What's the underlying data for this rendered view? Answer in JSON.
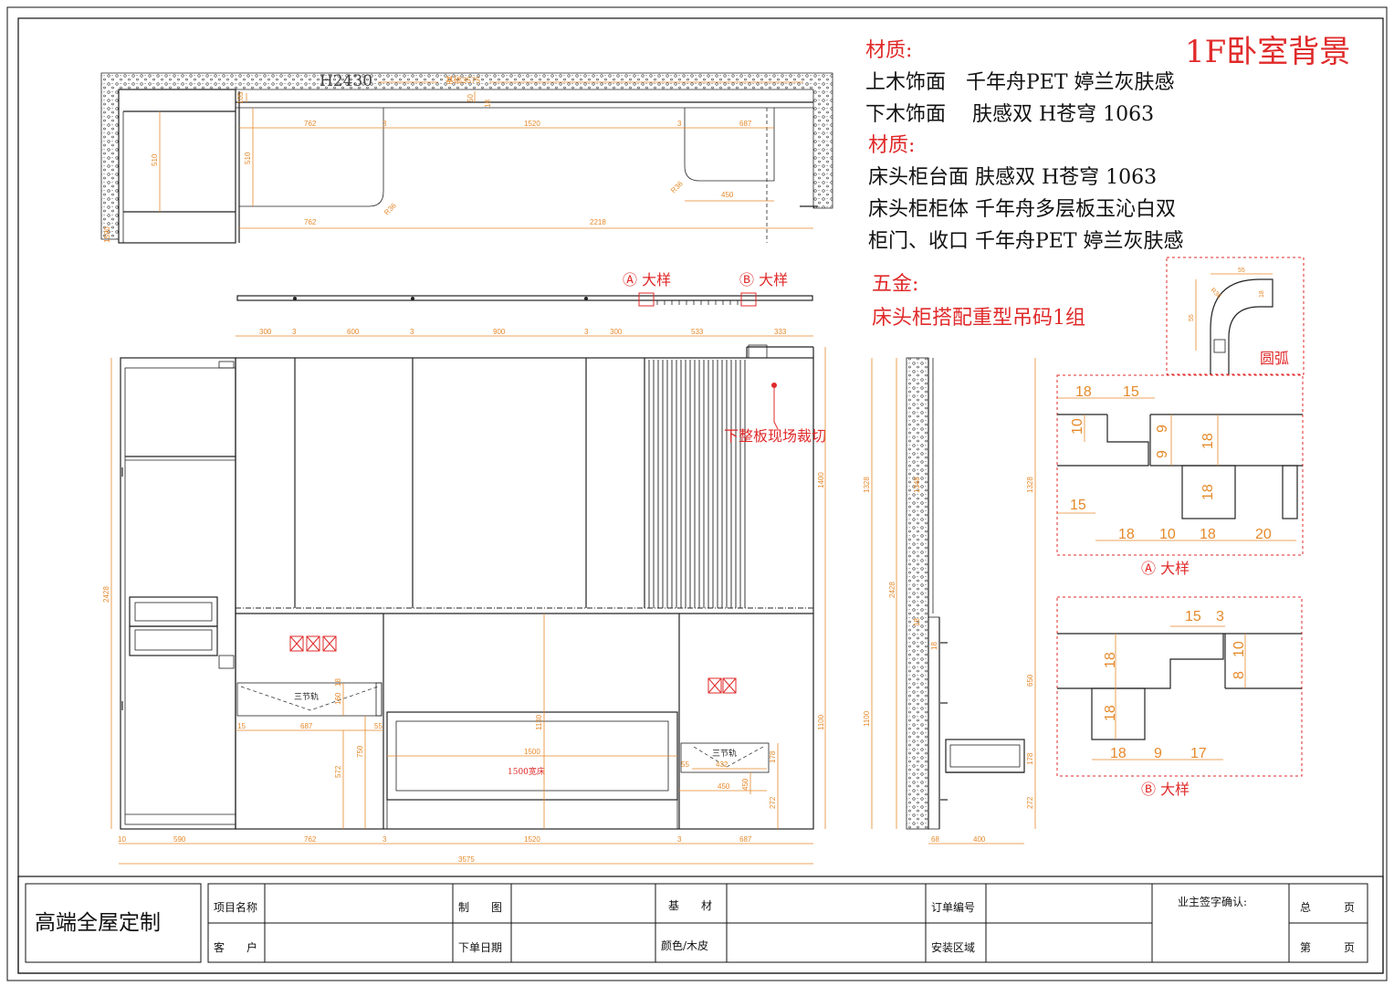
{
  "title_block": {
    "company": "高端全屋定制",
    "project_name_label": "项目名称",
    "customer_label": "客　　户",
    "drafter_label": "制　　图",
    "order_date_label": "下单日期",
    "base_material_label": "基　　材",
    "color_veneer_label": "颜色/木皮",
    "order_no_label": "订单编号",
    "install_area_label": "安装区域",
    "owner_sign_label": "业主签字确认:",
    "total_pages_label": "总　　　页",
    "page_label": "第　　　页"
  },
  "sheet_title": "1F卧室背景",
  "materials": {
    "heading1": "材质:",
    "upper_wood": "上木饰面　千年舟PET 婷兰灰肤感",
    "lower_wood": "下木饰面　 肤感双 H苍穹 1063",
    "heading2": "材质:",
    "nightstand_top": "床头柜台面 肤感双 H苍穹 1063",
    "nightstand_body": "床头柜柜体 千年舟多层板玉沁白双",
    "door_trim": "柜门、收口 千年舟PET 婷兰灰肤感"
  },
  "hardware": {
    "heading": "五金:",
    "item": "床头柜搭配重型吊码1组"
  },
  "plan": {
    "height_label": "H2430",
    "base_label": "基础3575",
    "dims": {
      "d105": "105",
      "d50": "50",
      "d18": "18",
      "d762a": "762",
      "d3a": "3",
      "d1520": "1520",
      "d3b": "3",
      "d687": "687",
      "d510a": "510",
      "d510b": "510",
      "r36a": "R36",
      "r36b": "R36",
      "d450": "450",
      "d762b": "762",
      "d2218": "2218",
      "d1590": "1590"
    }
  },
  "callouts": {
    "detail_a": "Ⓐ 大样",
    "detail_b": "Ⓑ 大样",
    "cut_note": "下整板现场裁切",
    "three_rail_a": "三节轨",
    "three_rail_b": "三节轨",
    "bed": "1500宽床",
    "arc": "圆弧"
  },
  "elevation": {
    "top_dims": [
      "300",
      "3",
      "600",
      "3",
      "900",
      "3",
      "300",
      "533",
      "333"
    ],
    "bottom_dims": [
      "10",
      "590",
      "762",
      "3",
      "1520",
      "3",
      "687"
    ],
    "overall": "3575",
    "left_height": "2428",
    "right_1400": "1400",
    "right_1100": "1100",
    "d1130": "1130",
    "d1500": "1500",
    "d687": "687",
    "d15a": "15",
    "d55a": "55",
    "d160": "160",
    "d18a": "18",
    "d750": "750",
    "d572": "572",
    "d55b": "55",
    "d432": "432",
    "d178": "178",
    "d450a": "450",
    "d450b": "450",
    "d272": "272"
  },
  "section": {
    "d1328a": "1328",
    "d2428": "2428",
    "d1100": "1100",
    "d1348": "1348",
    "d18a": "18",
    "d18b": "18",
    "d1328b": "1328",
    "d650": "650",
    "d178": "178",
    "d272": "272",
    "d68": "68",
    "d400": "400"
  },
  "detail_a": {
    "label": "Ⓐ 大样",
    "top": [
      "18",
      "15"
    ],
    "left_10": "10",
    "mid_9a": "9",
    "mid_9b": "9",
    "mid_18a": "18",
    "mid_18b": "18",
    "left_15": "15",
    "bottom": [
      "18",
      "10",
      "18",
      "20"
    ]
  },
  "detail_b": {
    "label": "Ⓑ 大样",
    "top": [
      "15",
      "3"
    ],
    "right_10": "10",
    "right_8": "8",
    "left_18a": "18",
    "left_18b": "18",
    "bottom": [
      "18",
      "9",
      "17"
    ]
  },
  "arc_detail": {
    "d55": "55",
    "d18": "18",
    "d55v": "55",
    "r36": "R36"
  }
}
